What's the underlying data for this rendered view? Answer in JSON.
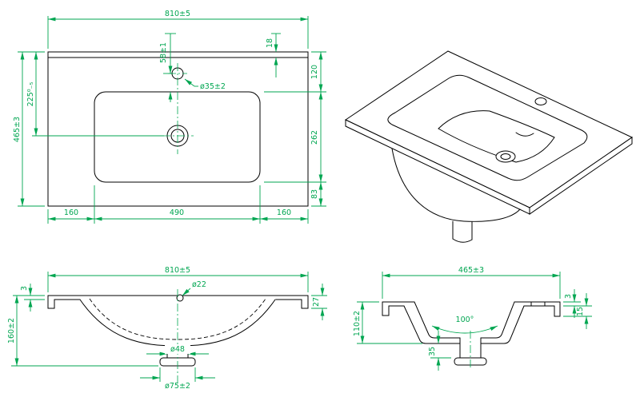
{
  "colors": {
    "background": "#ffffff",
    "outline": "#000000",
    "dimension": "#00a651"
  },
  "plan_view": {
    "dim_overall_width": "810±5",
    "dim_faucet_offset": "58±1",
    "dim_edge_offset": "18",
    "dim_back_to_basin": "120",
    "dim_basin_depth": "262",
    "dim_basin_to_front": "83",
    "dim_overall_depth": "465±3",
    "dim_drain_offset": "225⁰₋₅",
    "dim_bottom_left": "160",
    "dim_basin_width": "490",
    "dim_bottom_right": "160",
    "label_faucet_hole": "ø35±2"
  },
  "front_section": {
    "dim_overall_width": "810±5",
    "label_overflow_hole": "ø22",
    "dim_top_thickness": "3",
    "dim_overall_height": "160±2",
    "dim_edge_height": "27",
    "label_drain": "ø48",
    "dim_drain_flange": "ø75±2"
  },
  "side_section": {
    "dim_overall_depth": "465±3",
    "dim_top_thickness": "3",
    "dim_edge_height": "15",
    "dim_body_height": "110±2",
    "dim_bowl_angle": "100°",
    "dim_drain_stub": "35"
  }
}
